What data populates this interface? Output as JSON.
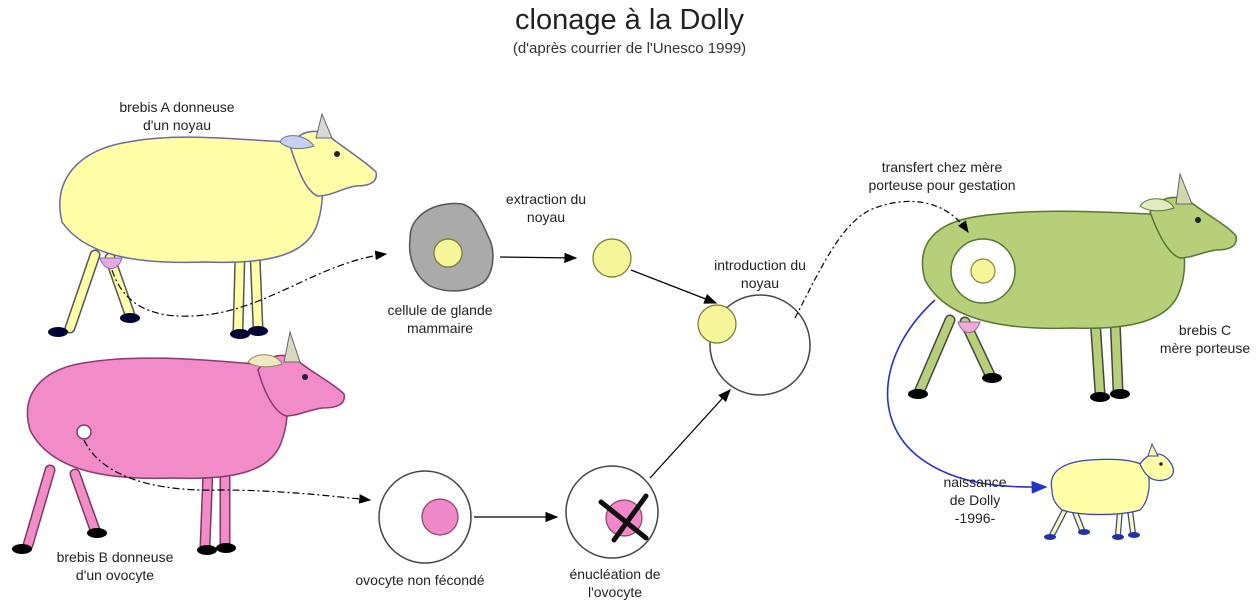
{
  "title": "clonage à la Dolly",
  "subtitle": "(d'après courrier de l'Unesco 1999)",
  "labels": {
    "sheep_a_line1": "brebis A donneuse",
    "sheep_a_line2": "d'un noyau",
    "sheep_b_line1": "brebis B donneuse",
    "sheep_b_line2": "d'un ovocyte",
    "sheep_c_line1": "brebis C",
    "sheep_c_line2": "mère porteuse",
    "cell_line1": "cellule de glande",
    "cell_line2": "mammaire",
    "extraction_line1": "extraction du",
    "extraction_line2": "noyau",
    "introduction_line1": "introduction du",
    "introduction_line2": "noyau",
    "transfer_line1": "transfert chez mère",
    "transfer_line2": "porteuse pour gestation",
    "oocyte": "ovocyte non fécondé",
    "enucleation_line1": "énucléation de",
    "enucleation_line2": "l'ovocyte",
    "birth_line1": "naissance",
    "birth_line2": "de Dolly",
    "birth_line3": "-1996-"
  },
  "colors": {
    "yellow_sheep": "#ffffa8",
    "pink_sheep": "#f28cc8",
    "green_sheep": "#b8cf7a",
    "nucleus": "#f5f59a",
    "cell_body": "#aaaaaa",
    "pink_nucleus": "#ee88c8",
    "birth_arrow": "#2233cc"
  }
}
